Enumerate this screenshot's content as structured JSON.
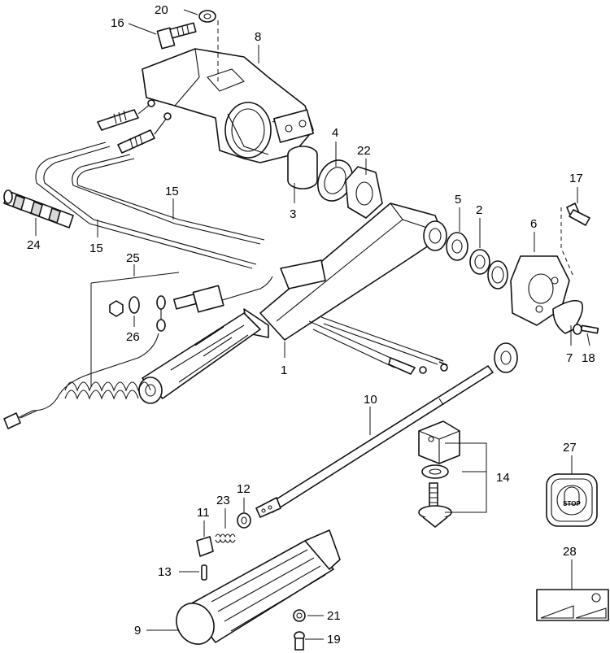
{
  "callouts": {
    "n1": "1",
    "n2": "2",
    "n3": "3",
    "n4": "4",
    "n5": "5",
    "n6": "6",
    "n7": "7",
    "n8": "8",
    "n9": "9",
    "n10": "10",
    "n11": "11",
    "n12": "12",
    "n13": "13",
    "n14": "14",
    "n15a": "15",
    "n15b": "15",
    "n16": "16",
    "n17": "17",
    "n18": "18",
    "n19": "19",
    "n20": "20",
    "n21": "21",
    "n22": "22",
    "n23": "23",
    "n24": "24",
    "n25": "25",
    "n26": "26",
    "n27": "27",
    "n28": "28"
  },
  "stop_label": "STOP"
}
